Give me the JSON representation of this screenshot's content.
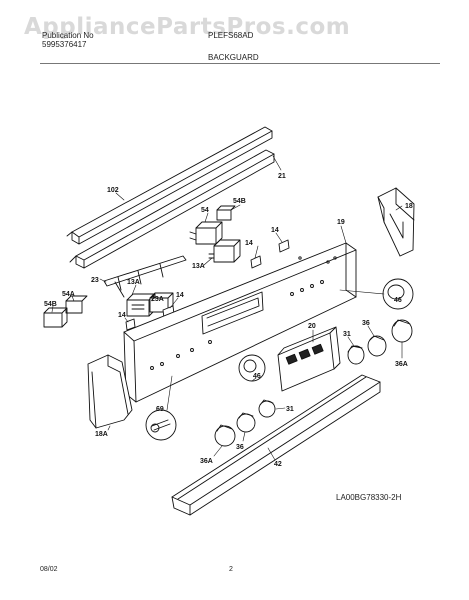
{
  "watermark": "AppliancePartsPros.com",
  "header": {
    "left_line1": "Publication No",
    "left_line2": "5995376417",
    "model": "PLEFS68AD",
    "section": "BACKGUARD"
  },
  "callouts": [
    {
      "id": "c-102",
      "text": "102"
    },
    {
      "id": "c-21",
      "text": "21"
    },
    {
      "id": "c-18",
      "text": "18"
    },
    {
      "id": "c-19",
      "text": "19"
    },
    {
      "id": "c-54B-top",
      "text": "54B"
    },
    {
      "id": "c-54-top",
      "text": "54"
    },
    {
      "id": "c-14-a",
      "text": "14"
    },
    {
      "id": "c-14-b",
      "text": "14"
    },
    {
      "id": "c-13A-mid",
      "text": "13A"
    },
    {
      "id": "c-23",
      "text": "23"
    },
    {
      "id": "c-13A-left",
      "text": "13A"
    },
    {
      "id": "c-23A",
      "text": "23A"
    },
    {
      "id": "c-14-c",
      "text": "14"
    },
    {
      "id": "c-54A",
      "text": "54A"
    },
    {
      "id": "c-54B-left",
      "text": "54B"
    },
    {
      "id": "c-14-d",
      "text": "14"
    },
    {
      "id": "c-46-right",
      "text": "46"
    },
    {
      "id": "c-20",
      "text": "20"
    },
    {
      "id": "c-31-right",
      "text": "31"
    },
    {
      "id": "c-36-right",
      "text": "36"
    },
    {
      "id": "c-36A-right",
      "text": "36A"
    },
    {
      "id": "c-46-mid",
      "text": "46"
    },
    {
      "id": "c-31-mid",
      "text": "31"
    },
    {
      "id": "c-69",
      "text": "69"
    },
    {
      "id": "c-18A",
      "text": "18A"
    },
    {
      "id": "c-36-mid",
      "text": "36"
    },
    {
      "id": "c-36A-left",
      "text": "36A"
    },
    {
      "id": "c-42",
      "text": "42"
    }
  ],
  "drawing_code": "LA00BG78330-2H",
  "footer": {
    "date": "08/02",
    "page": "2"
  }
}
